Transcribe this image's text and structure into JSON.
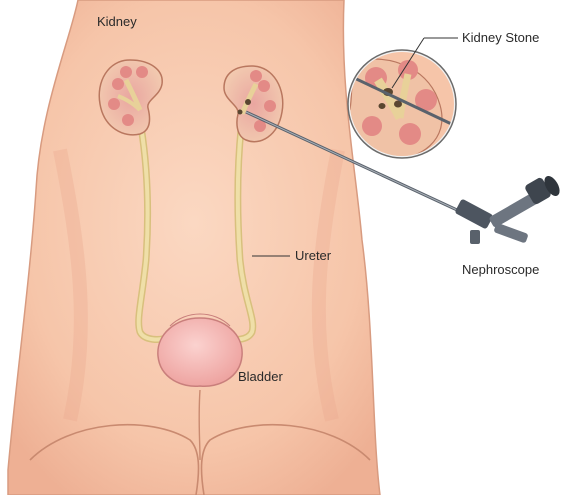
{
  "labels": {
    "kidney": "Kidney",
    "kidney_stone": "Kidney Stone",
    "ureter": "Ureter",
    "nephroscope": "Nephroscope",
    "bladder": "Bladder"
  },
  "colors": {
    "skin": "#f7cbb0",
    "skin_shadow": "#e9a98c",
    "kidney_outer": "#f2c6a8",
    "kidney_inner": "#e79a8f",
    "calyx": "#e8d199",
    "ureter": "#eedda6",
    "bladder": "#f3b3b0",
    "stone": "#5a4630",
    "scope": "#6d7580"
  }
}
